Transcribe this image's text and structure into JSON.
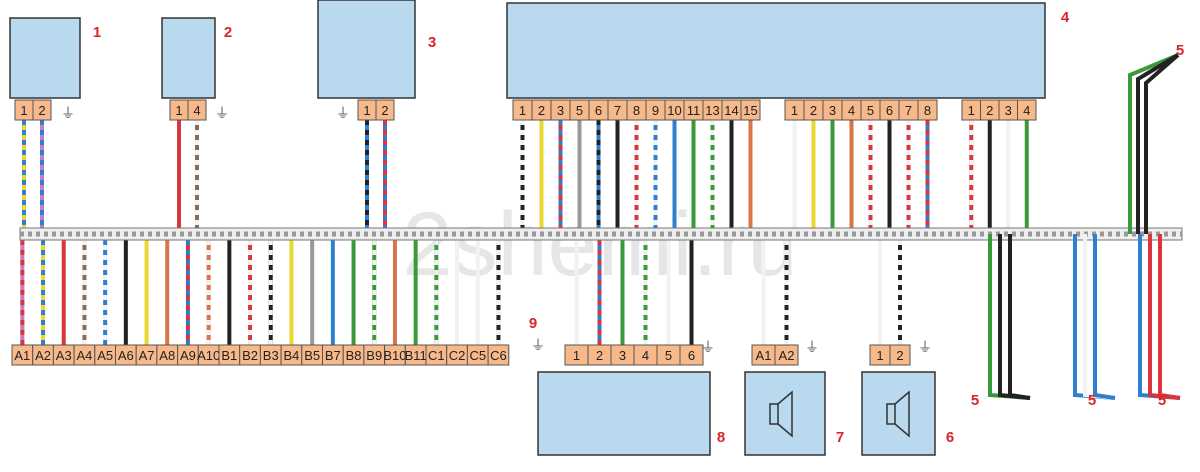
{
  "watermark": "2shemi.ru",
  "colors": {
    "box": "#b9d9ef",
    "pin": "#f7b98a",
    "label": "#d8262c"
  },
  "wire_colors": {
    "W": "#f2f2f2",
    "B": "#222222",
    "Y": "#e8d830",
    "R": "#d8363c",
    "U": "#2f7fd0",
    "G": "#3a9a3a",
    "O": "#d9744a",
    "N": "#8a6a50",
    "S": "#999999",
    "P": "#c77cc0"
  },
  "components": [
    {
      "id": "c1",
      "label": "1",
      "pins": [
        {
          "n": "1",
          "w": [
            "Y",
            "U"
          ]
        },
        {
          "n": "2",
          "w": [
            "P",
            "U"
          ]
        }
      ]
    },
    {
      "id": "c2",
      "label": "2",
      "pins": [
        {
          "n": "1",
          "w": [
            "R"
          ]
        },
        {
          "n": "4",
          "w": [
            "N",
            "W"
          ]
        }
      ]
    },
    {
      "id": "c3",
      "label": "3",
      "pins": [
        {
          "n": "1",
          "w": [
            "U",
            "B"
          ]
        },
        {
          "n": "2",
          "w": [
            "U",
            "R"
          ]
        }
      ]
    },
    {
      "id": "c4a",
      "label": "4",
      "pins": [
        {
          "n": "1",
          "w": [
            "B",
            "W"
          ]
        },
        {
          "n": "2",
          "w": [
            "Y"
          ]
        },
        {
          "n": "3",
          "w": [
            "R",
            "U"
          ]
        },
        {
          "n": "5",
          "w": [
            "S"
          ]
        },
        {
          "n": "6",
          "w": [
            "U",
            "B"
          ]
        },
        {
          "n": "7",
          "w": [
            "B"
          ]
        },
        {
          "n": "8",
          "w": [
            "R",
            "W"
          ]
        },
        {
          "n": "9",
          "w": [
            "U",
            "W"
          ]
        },
        {
          "n": "10",
          "w": [
            "U"
          ]
        },
        {
          "n": "11",
          "w": [
            "G"
          ]
        },
        {
          "n": "13",
          "w": [
            "G",
            "W"
          ]
        },
        {
          "n": "14",
          "w": [
            "B"
          ]
        },
        {
          "n": "15",
          "w": [
            "O"
          ]
        }
      ]
    },
    {
      "id": "c4b",
      "label": "",
      "pins": [
        {
          "n": "1",
          "w": [
            "W"
          ]
        },
        {
          "n": "2",
          "w": [
            "Y"
          ]
        },
        {
          "n": "3",
          "w": [
            "G"
          ]
        },
        {
          "n": "4",
          "w": [
            "O"
          ]
        },
        {
          "n": "5",
          "w": [
            "R",
            "W"
          ]
        },
        {
          "n": "6",
          "w": [
            "B"
          ]
        },
        {
          "n": "7",
          "w": [
            "R",
            "W"
          ]
        },
        {
          "n": "8",
          "w": [
            "U",
            "R"
          ]
        }
      ]
    },
    {
      "id": "c4c",
      "label": "",
      "pins": [
        {
          "n": "1",
          "w": [
            "R",
            "W"
          ]
        },
        {
          "n": "2",
          "w": [
            "B"
          ]
        },
        {
          "n": "3",
          "w": [
            "W"
          ]
        },
        {
          "n": "4",
          "w": [
            "G"
          ]
        }
      ]
    },
    {
      "id": "c9",
      "label": "9",
      "pins": [
        {
          "n": "A1",
          "w": [
            "P",
            "R"
          ]
        },
        {
          "n": "A2",
          "w": [
            "Y",
            "U"
          ]
        },
        {
          "n": "A3",
          "w": [
            "R"
          ]
        },
        {
          "n": "A4",
          "w": [
            "N",
            "W"
          ]
        },
        {
          "n": "A5",
          "w": [
            "W",
            "U"
          ]
        },
        {
          "n": "A6",
          "w": [
            "B"
          ]
        },
        {
          "n": "A7",
          "w": [
            "Y"
          ]
        },
        {
          "n": "A8",
          "w": [
            "O"
          ]
        },
        {
          "n": "A9",
          "w": [
            "R",
            "U"
          ]
        },
        {
          "n": "A10",
          "w": [
            "O",
            "W"
          ]
        },
        {
          "n": "B1",
          "w": [
            "B"
          ]
        },
        {
          "n": "B2",
          "w": [
            "R",
            "W"
          ]
        },
        {
          "n": "B3",
          "w": [
            "B",
            "W"
          ]
        },
        {
          "n": "B4",
          "w": [
            "Y"
          ]
        },
        {
          "n": "B5",
          "w": [
            "S"
          ]
        },
        {
          "n": "B7",
          "w": [
            "U"
          ]
        },
        {
          "n": "B8",
          "w": [
            "G"
          ]
        },
        {
          "n": "B9",
          "w": [
            "G",
            "W"
          ]
        },
        {
          "n": "B10",
          "w": [
            "O"
          ]
        },
        {
          "n": "B11",
          "w": [
            "G"
          ]
        },
        {
          "n": "C1",
          "w": [
            "G",
            "W"
          ]
        },
        {
          "n": "C2",
          "w": [
            "W"
          ]
        },
        {
          "n": "C5",
          "w": [
            "W"
          ]
        },
        {
          "n": "C6",
          "w": [
            "B",
            "W"
          ]
        }
      ]
    },
    {
      "id": "c8",
      "label": "8",
      "pins": [
        {
          "n": "1",
          "w": [
            "W"
          ]
        },
        {
          "n": "2",
          "w": [
            "U",
            "R"
          ]
        },
        {
          "n": "3",
          "w": [
            "G"
          ]
        },
        {
          "n": "4",
          "w": [
            "G",
            "W"
          ]
        },
        {
          "n": "5",
          "w": [
            "W"
          ]
        },
        {
          "n": "6",
          "w": [
            "B"
          ]
        }
      ]
    },
    {
      "id": "c7",
      "label": "7",
      "pins": [
        {
          "n": "A1",
          "w": [
            "W"
          ]
        },
        {
          "n": "A2",
          "w": [
            "B",
            "W"
          ]
        }
      ]
    },
    {
      "id": "c6",
      "label": "6",
      "pins": [
        {
          "n": "1",
          "w": [
            "W"
          ]
        },
        {
          "n": "2",
          "w": [
            "B",
            "W"
          ]
        }
      ]
    }
  ],
  "twisted_pair_label": "5"
}
